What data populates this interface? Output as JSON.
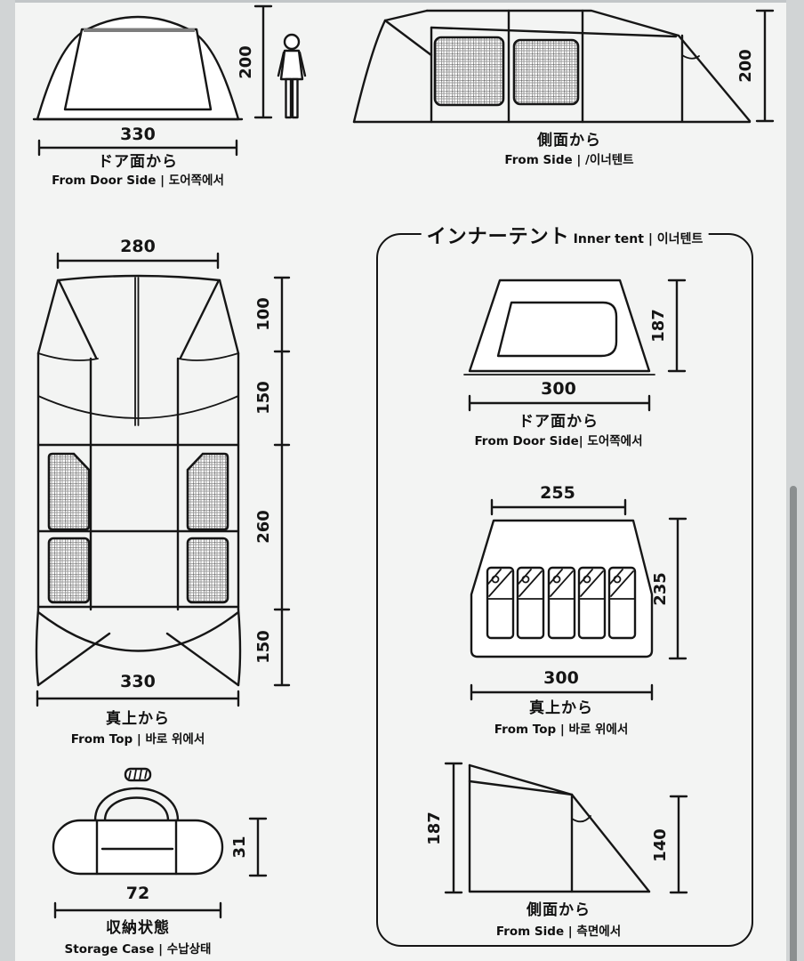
{
  "outer_tent": {
    "door_view": {
      "width_label": "330",
      "height_label": "200",
      "title_jp": "ドア面から",
      "title_en": "From  Door Side | 도어쪽에서"
    },
    "side_view": {
      "height_label": "200",
      "title_jp": "側面から",
      "title_en": "From Side | /이너텐트"
    },
    "top_view": {
      "top_width_label": "280",
      "bottom_width_label": "330",
      "depth_labels": [
        "100",
        "150",
        "260",
        "150"
      ],
      "title_jp": "真上から",
      "title_en": "From Top | 바로 위에서"
    },
    "storage": {
      "width_label": "72",
      "height_label": "31",
      "title_jp": "収納状態",
      "title_en": "Storage Case | 수납상태"
    }
  },
  "inner_tent": {
    "header_jp": "インナーテント",
    "header_en": "Inner tent | 이너텐트",
    "door_view": {
      "width_label": "300",
      "height_label": "187",
      "title_jp": "ドア面から",
      "title_en": "From  Door Side| 도어쪽에서"
    },
    "top_view": {
      "top_width_label": "255",
      "bottom_width_label": "300",
      "depth_label": "235",
      "title_jp": "真上から",
      "title_en": "From Top | 바로 위에서"
    },
    "side_view": {
      "left_height_label": "187",
      "right_height_label": "140",
      "title_jp": "側面から",
      "title_en": "From Side | 측면에서"
    }
  }
}
